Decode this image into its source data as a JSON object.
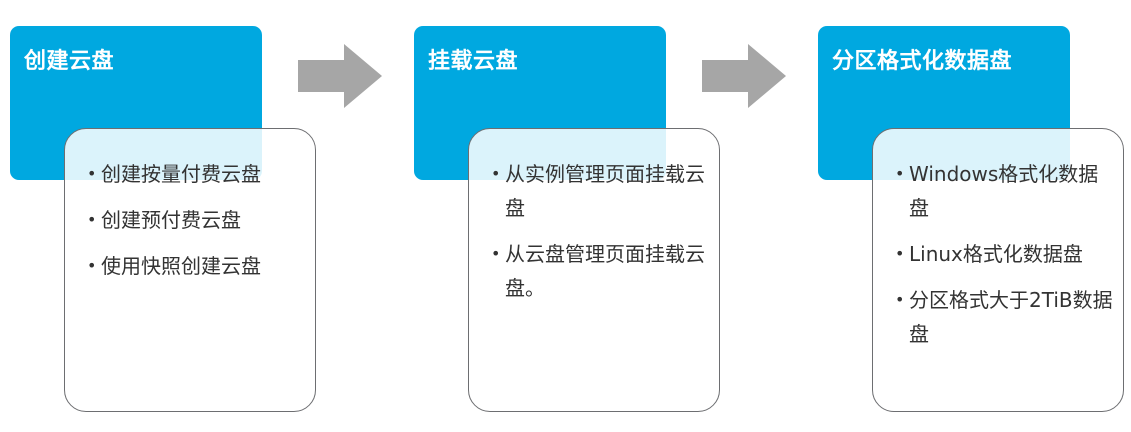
{
  "steps": [
    {
      "title": "创建云盘",
      "items": [
        "创建按量付费云盘",
        "创建预付费云盘",
        "使用快照创建云盘"
      ]
    },
    {
      "title": "挂载云盘",
      "items": [
        "从实例管理页面挂载云盘",
        "从云盘管理页面挂载云盘。"
      ]
    },
    {
      "title": "分区格式化数据盘",
      "items": [
        "Windows格式化数据盘",
        "Linux格式化数据盘",
        "分区格式大于2TiB数据盘"
      ]
    }
  ],
  "arrows": [
    "arrow-right-icon",
    "arrow-right-icon"
  ],
  "colors": {
    "header": "#00a8e0",
    "header_text": "#ffffff",
    "card_border": "#6d6e71",
    "arrow": "#a6a6a6",
    "body_text": "#333333"
  }
}
